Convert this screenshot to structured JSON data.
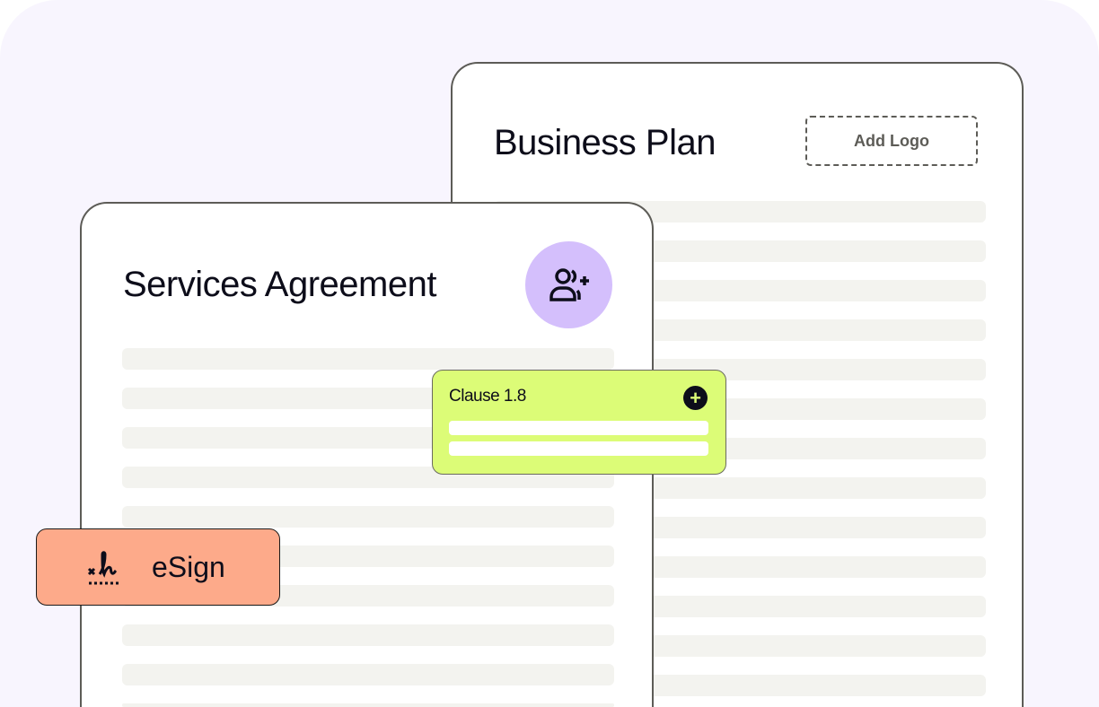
{
  "back_doc": {
    "title": "Business Plan",
    "add_logo_label": "Add Logo"
  },
  "front_doc": {
    "title": "Services Agreement",
    "add_collaborator_icon": "user-plus-icon"
  },
  "clause_card": {
    "label": "Clause 1.8",
    "add_icon": "plus-circle-icon"
  },
  "esign_badge": {
    "label": "eSign",
    "icon": "signature-icon"
  },
  "colors": {
    "background": "#f8f5fe",
    "clause": "#dcfc77",
    "esign": "#fdaa8a",
    "avatar": "#d4bffc",
    "line": "#f3f3ef"
  }
}
